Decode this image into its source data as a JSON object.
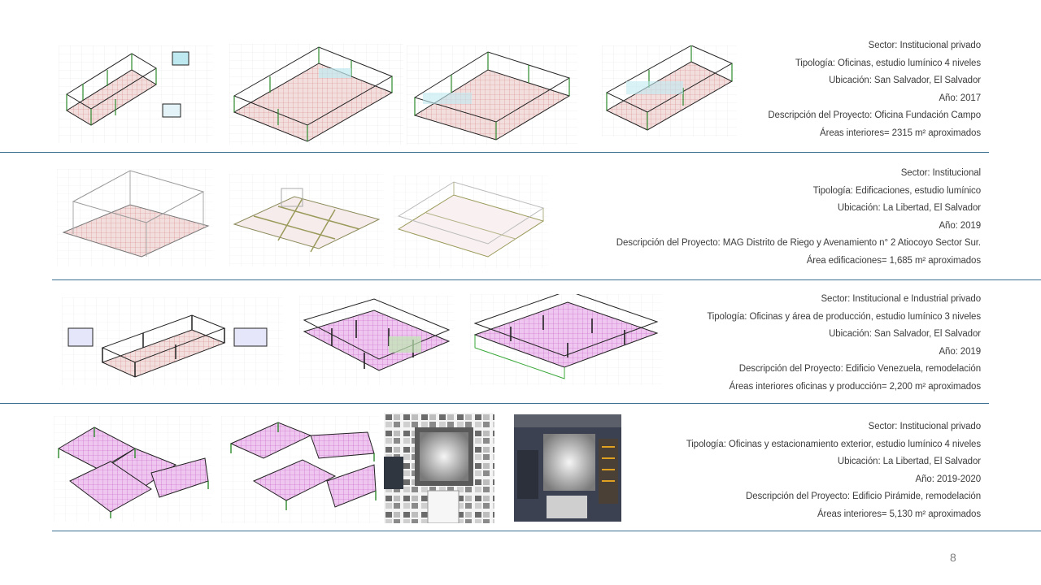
{
  "page_number": "8",
  "projects": [
    {
      "sector": "Sector: Institucional privado",
      "tipologia": "Tipología: Oficinas, estudio lumínico 4 niveles",
      "ubicacion": "Ubicación: San Salvador, El Salvador",
      "anio": "Año: 2017",
      "descripcion": "Descripción del Proyecto: Oficina Fundación Campo",
      "area": "Áreas interiores= 2315 m² aproximados"
    },
    {
      "sector": "Sector: Institucional",
      "tipologia": "Tipología: Edificaciones, estudio lumínico",
      "ubicacion": "Ubicación: La Libertad, El Salvador",
      "anio": "Año: 2019",
      "descripcion": "Descripción del Proyecto: MAG Distrito de Riego y Avenamiento n° 2 Atiocoyo Sector Sur.",
      "area": "Área edificaciones= 1,685 m² aproximados"
    },
    {
      "sector": "Sector: Institucional e Industrial privado",
      "tipologia": "Tipología: Oficinas y área de producción, estudio lumínico 3 niveles",
      "ubicacion": "Ubicación: San Salvador, El Salvador",
      "anio": "Año: 2019",
      "descripcion": "Descripción del Proyecto: Edificio Venezuela, remodelación",
      "area": "Áreas interiores oficinas y producción= 2,200 m² aproximados"
    },
    {
      "sector": "Sector: Institucional privado",
      "tipologia": "Tipología: Oficinas y estacionamiento exterior, estudio lumínico 4 niveles",
      "ubicacion": "Ubicación: La Libertad, El Salvador",
      "anio": "Año: 2019-2020",
      "descripcion": "Descripción del Proyecto: Edificio Pirámide, remodelación",
      "area": "Áreas interiores= 5,130 m² aproximados"
    }
  ]
}
